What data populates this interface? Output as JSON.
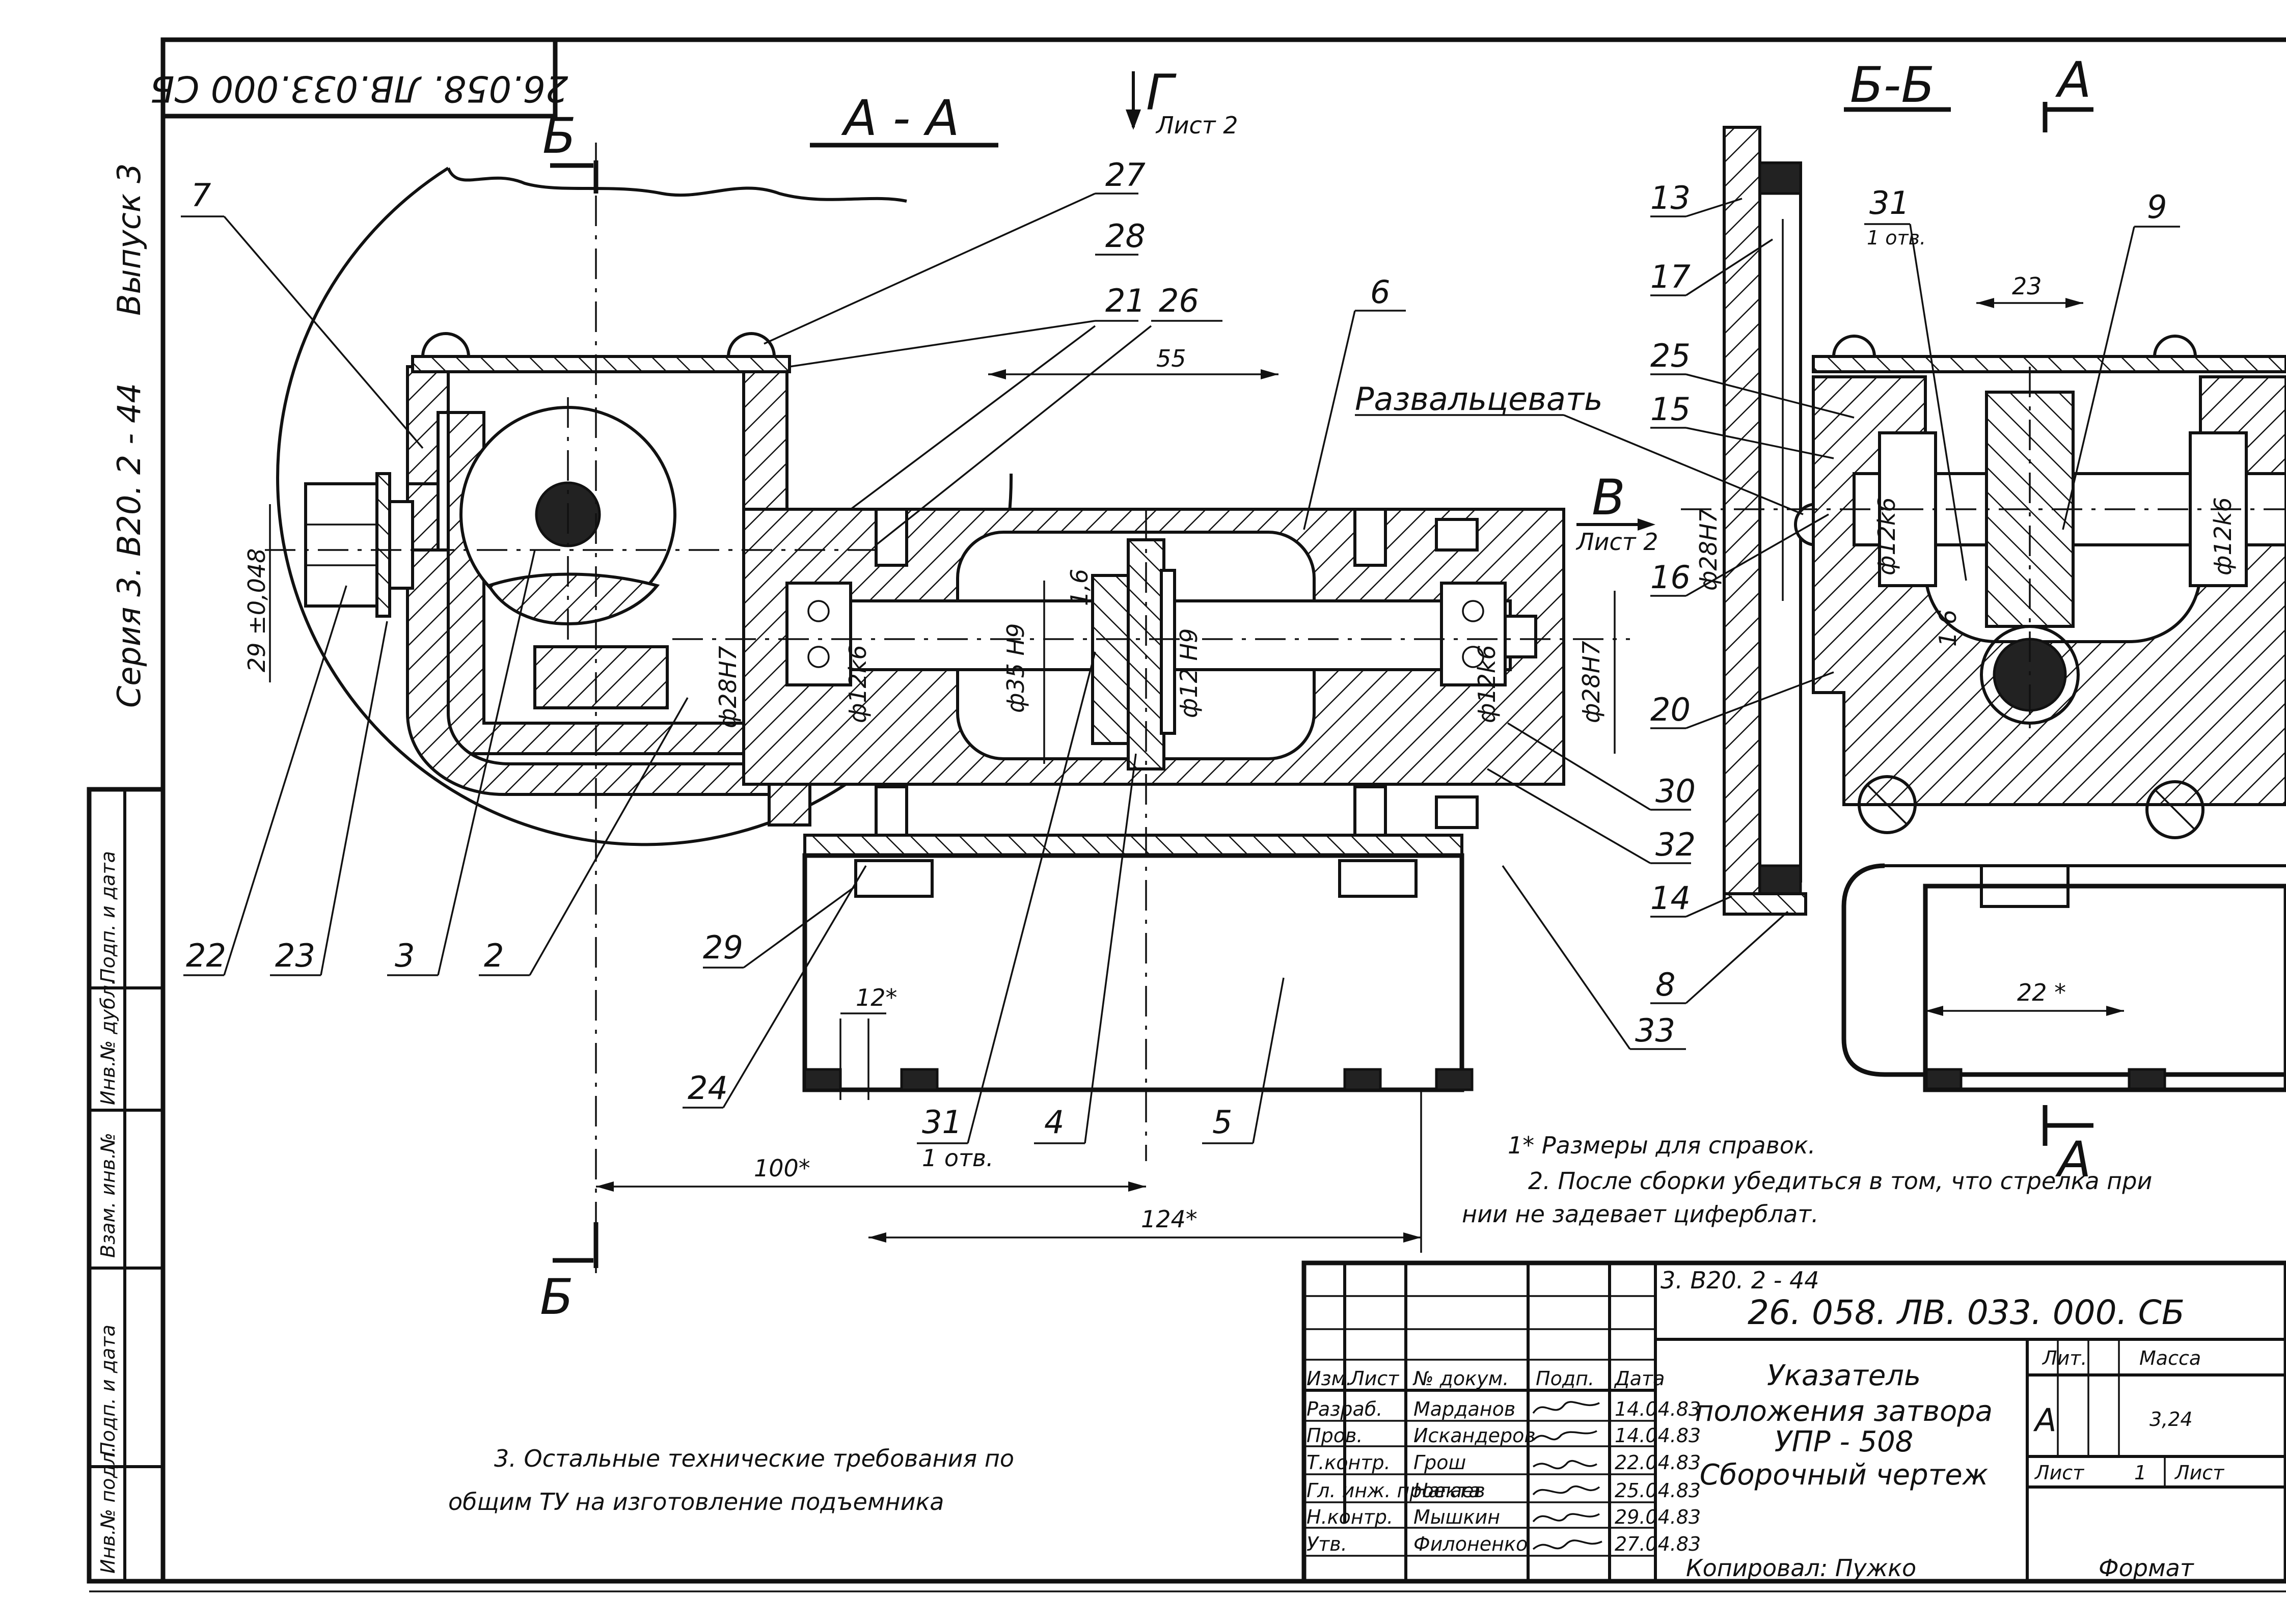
{
  "stamp_top": "26.058. ЛВ.033.000 СБ",
  "left_margin": {
    "series": "Серия 3. В20. 2 - 44",
    "issue": "Выпуск 3"
  },
  "side_column": [
    "Инв.№ подл.",
    "Подп. и дата",
    "Взам. инв.№",
    "Инв.№ дубл.",
    "Подп. и дата"
  ],
  "sections": {
    "aa": "А - А",
    "bb": "Б-Б",
    "b_mark": "Б",
    "a_mark": "А",
    "g_mark": "Г",
    "g_ref": "Лист 2",
    "v_mark": "В",
    "v_ref": "Лист 2"
  },
  "callouts": {
    "c1": "7",
    "c2": "27",
    "c3": "28",
    "c4": "21",
    "c5": "26",
    "c6": "6",
    "c7": "22",
    "c8": "23",
    "c9": "3",
    "c10": "2",
    "c11": "29",
    "c12": "24",
    "c13": "31",
    "c14": "1 отв.",
    "c15": "4",
    "c16": "5",
    "c17": "30",
    "c18": "32",
    "c19": "33",
    "c20": "13",
    "c21": "17",
    "c22": "25",
    "c23": "15",
    "c24": "16",
    "c25": "20",
    "c26": "14",
    "c27": "8",
    "c28": "9",
    "c29": "31",
    "c30": "1 отв."
  },
  "labels": {
    "flare": "Развальцевать"
  },
  "dimensions": {
    "d55": "55",
    "d29": "29 ±0,048",
    "d28h7": "ф28Н7",
    "d12k6a": "ф12k6",
    "d35": "ф35 Н9",
    "d16": "1,6",
    "d12h9": "ф12 Н9",
    "d12k6b": "ф12k6",
    "d28h7b": "ф28Н7",
    "d12": "12*",
    "d100": "100*",
    "d124": "124*",
    "d23": "23",
    "d28h7c": "ф28Н7",
    "d12k6c": "ф12k6",
    "d12k6d": "ф12k6",
    "d16b": "1,6",
    "d22": "22 *"
  },
  "notes": {
    "n1": "1*  Размеры для справок.",
    "n2a": "2.  После сборки убедиться в том, что стрелка при",
    "n2b": "нии не задевает циферблат.",
    "n3a": "3.  Остальные технические требования по",
    "n3b": "общим ТУ на изготовление подъемника"
  },
  "title_block": {
    "series_code": "3. В20. 2 - 44",
    "doc_code": "26. 058. ЛВ. 033. 000. СБ",
    "title1": "Указатель",
    "title2": "положения затвора",
    "title3": "УПР - 508",
    "title4": "Сборочный  чертеж",
    "lit_label": "Лит.",
    "mass_label": "Масса",
    "lit_value": "А",
    "mass_value": "3,24",
    "sheet_label": "Лист",
    "sheet_value": "1",
    "sheets_label": "Лист",
    "header": {
      "izm": "Изм.",
      "list": "Лист",
      "doc": "№ докум.",
      "sign": "Подп.",
      "date": "Дата"
    },
    "rows": [
      {
        "role": "Разраб.",
        "name": "Марданов",
        "date": "14.04.83"
      },
      {
        "role": "Пров.",
        "name": "Искандеров",
        "date": "14.04.83"
      },
      {
        "role": "Т.контр.",
        "name": "Грош",
        "date": "22.04.83"
      },
      {
        "role": "Гл. инж. проекта",
        "name": "Нагаев",
        "date": "25.04.83"
      },
      {
        "role": "Н.контр.",
        "name": "Мышкин",
        "date": "29.04.83"
      },
      {
        "role": "Утв.",
        "name": "Филоненко",
        "date": "27.04.83"
      }
    ],
    "copied": "Копировал:  Пужко",
    "format": "Формат"
  }
}
